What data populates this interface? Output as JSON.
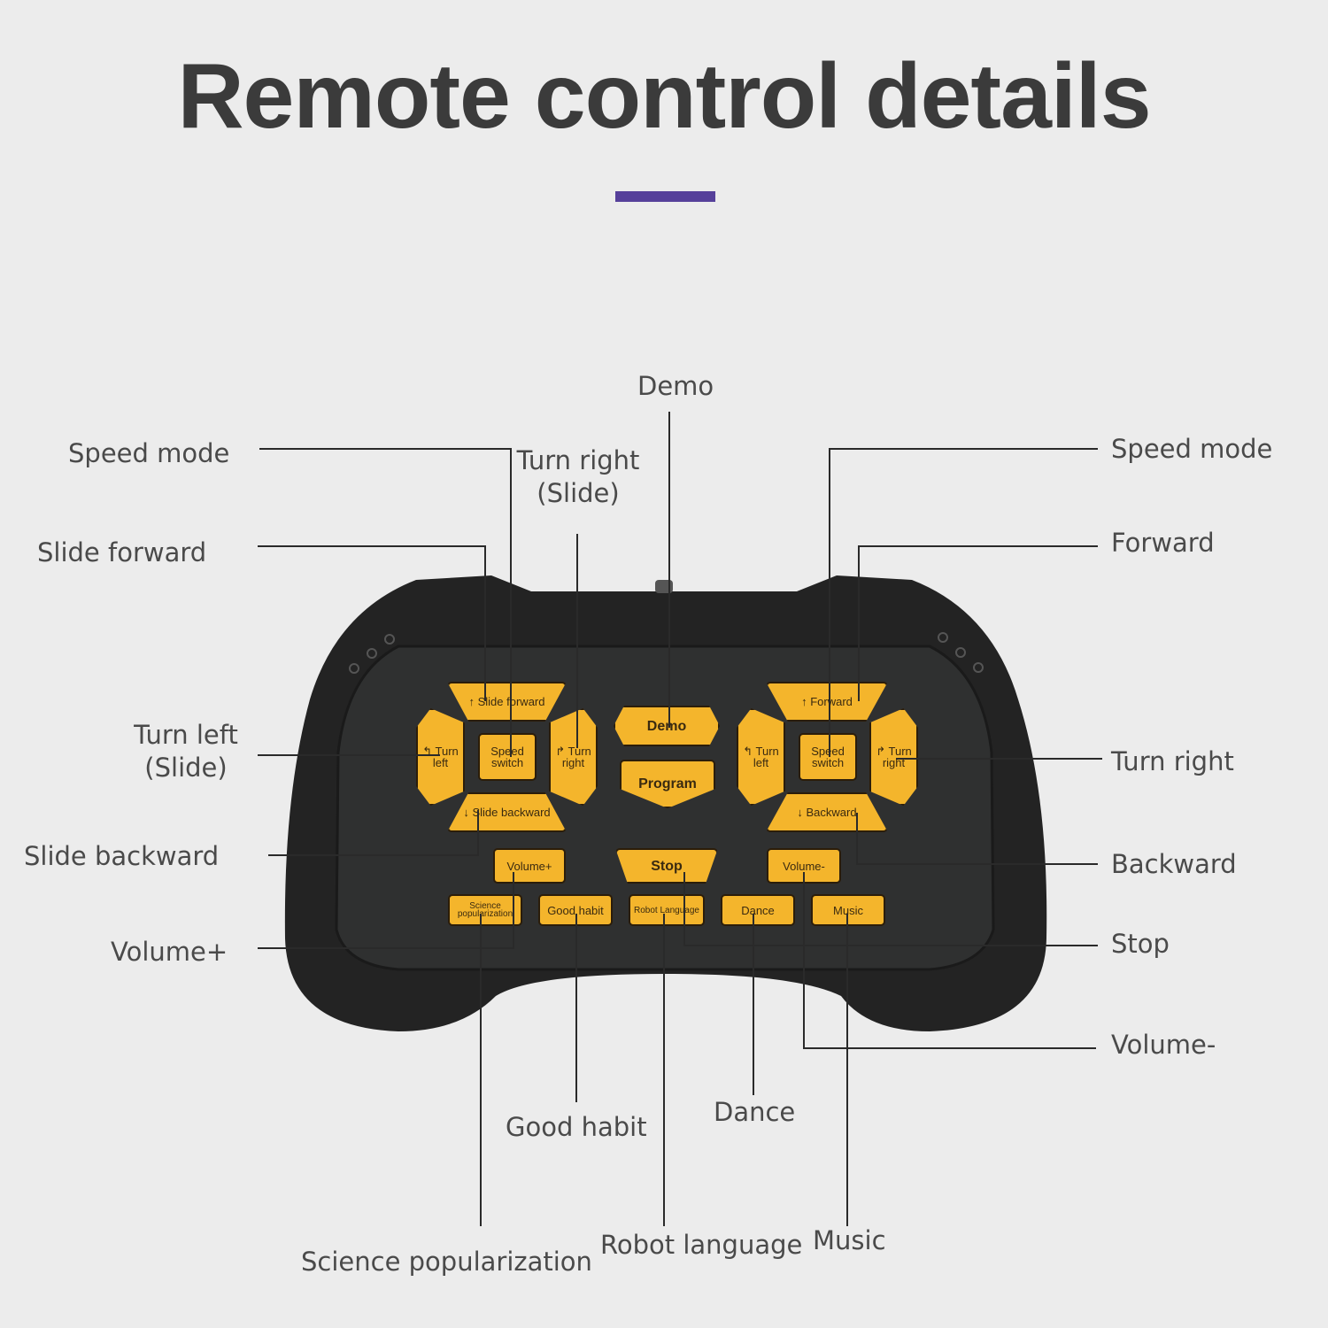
{
  "title": "Remote control details",
  "accent_color": "#56409a",
  "button_color": "#f4b52c",
  "callouts": {
    "demo": "Demo",
    "speed_mode_left": "Speed mode",
    "turn_right_slide_1": "Turn right",
    "turn_right_slide_2": "(Slide)",
    "slide_forward": "Slide forward",
    "turn_left_slide_1": "Turn left",
    "turn_left_slide_2": "(Slide)",
    "slide_backward": "Slide backward",
    "volume_plus": "Volume+",
    "speed_mode_right": "Speed mode",
    "forward": "Forward",
    "turn_right": "Turn right",
    "backward": "Backward",
    "stop": "Stop",
    "volume_minus": "Volume-",
    "good_habit": "Good habit",
    "dance": "Dance",
    "science_popularization": "Science popularization",
    "robot_language": "Robot language",
    "music": "Music"
  },
  "buttons": {
    "slide_forward": "↑ Slide forward",
    "turn_left_l": "↰ Turn left",
    "speed_switch_l": "Speed switch",
    "turn_right_l": "↱ Turn right",
    "slide_backward": "↓ Slide backward",
    "demo": "Demo",
    "program": "Program",
    "forward": "↑ Forward",
    "turn_left_r": "↰ Turn left",
    "speed_switch_r": "Speed switch",
    "turn_right_r": "↱ Turn right",
    "backward": "↓ Backward",
    "volume_plus": "Volume+",
    "stop": "Stop",
    "volume_minus": "Volume-",
    "science": "Science popularization",
    "good_habit": "Good habit",
    "robot_language": "Robot Language",
    "dance": "Dance",
    "music": "Music"
  }
}
